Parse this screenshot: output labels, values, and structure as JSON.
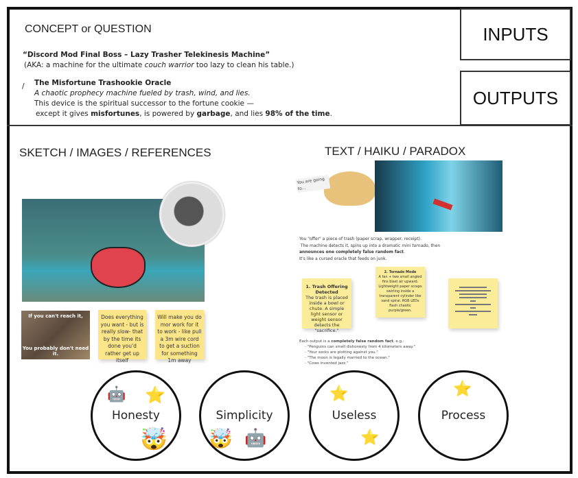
{
  "concept": {
    "heading": "CONCEPT or QUESTION",
    "title": "“Discord Mod Final Boss – Lazy Trasher Telekinesis Machine”",
    "aka_prefix": "(AKA: a machine for the ultimate ",
    "aka_italic": "couch warrior",
    "aka_suffix": " too lazy to clean his table.)",
    "slash": "/",
    "oracle_title": "The Misfortune Trashookie Oracle",
    "oracle_tagline": "A chaotic prophecy machine fueled by trash, wind, and lies.",
    "line1": "This device is the spiritual successor to the fortune cookie —",
    "line2_a": "except it gives ",
    "line2_b": "misfortunes",
    "line2_c": ", is powered by ",
    "line2_d": "garbage",
    "line2_e": ", and lies ",
    "line2_f": "98% of the time",
    "line2_g": "."
  },
  "inputs_label": "INPUTS",
  "outputs_label": "OUTPUTS",
  "sketch": {
    "heading": "SKETCH / IMAGES / REFERENCES",
    "meme_top": "If you can't reach it,",
    "meme_bottom": "You probably don't need it.",
    "sticky1": "Does everything you want - but is really slow- that by the time its done you'd rather get up itself",
    "sticky2": "Will make you do mor work for it to work - like pull a 3m wire cord to get a suction for something 1m away"
  },
  "text": {
    "heading": "TEXT / HAIKU / PARADOX",
    "cookie_slip": "You are going to...",
    "desc1": "You \"offer\" a piece of trash (paper scrap, wrapper, receipt).",
    "desc2_a": "The machine detects it, spins up into a dramatic ",
    "desc2_b": "mini tornado",
    "desc2_c": ", then",
    "desc3": "announces one completely false random fact",
    "desc3_end": ".",
    "desc4": "It's like a cursed oracle that feeds on junk.",
    "note1_title": "1. Trash Offering Detected",
    "note1_body": "The trash is placed inside a bowl or chute. A simple light sensor or weight sensor detects the \"sacrifice.\"",
    "note2_title": "2. Tornado Mode",
    "note2_body": "A fan + two small angled fins blast air upward. Lightweight paper scraps swirling inside a transparent cylinder like sand spiral. RGB LEDs flash chaotic purple/green.",
    "facts_intro_a": "Each output is a ",
    "facts_intro_b": "completely false random fact",
    "facts_intro_c": ", e.g.:",
    "facts": [
      "\"Penguins can smell dishonesty from 4 kilometers away.\"",
      "\"Your socks are plotting against you.\"",
      "\"The moon is legally married to the ocean.\"",
      "\"Cows invented jazz.\""
    ]
  },
  "values": [
    "Honesty",
    "Simplicity",
    "Useless",
    "Process"
  ]
}
